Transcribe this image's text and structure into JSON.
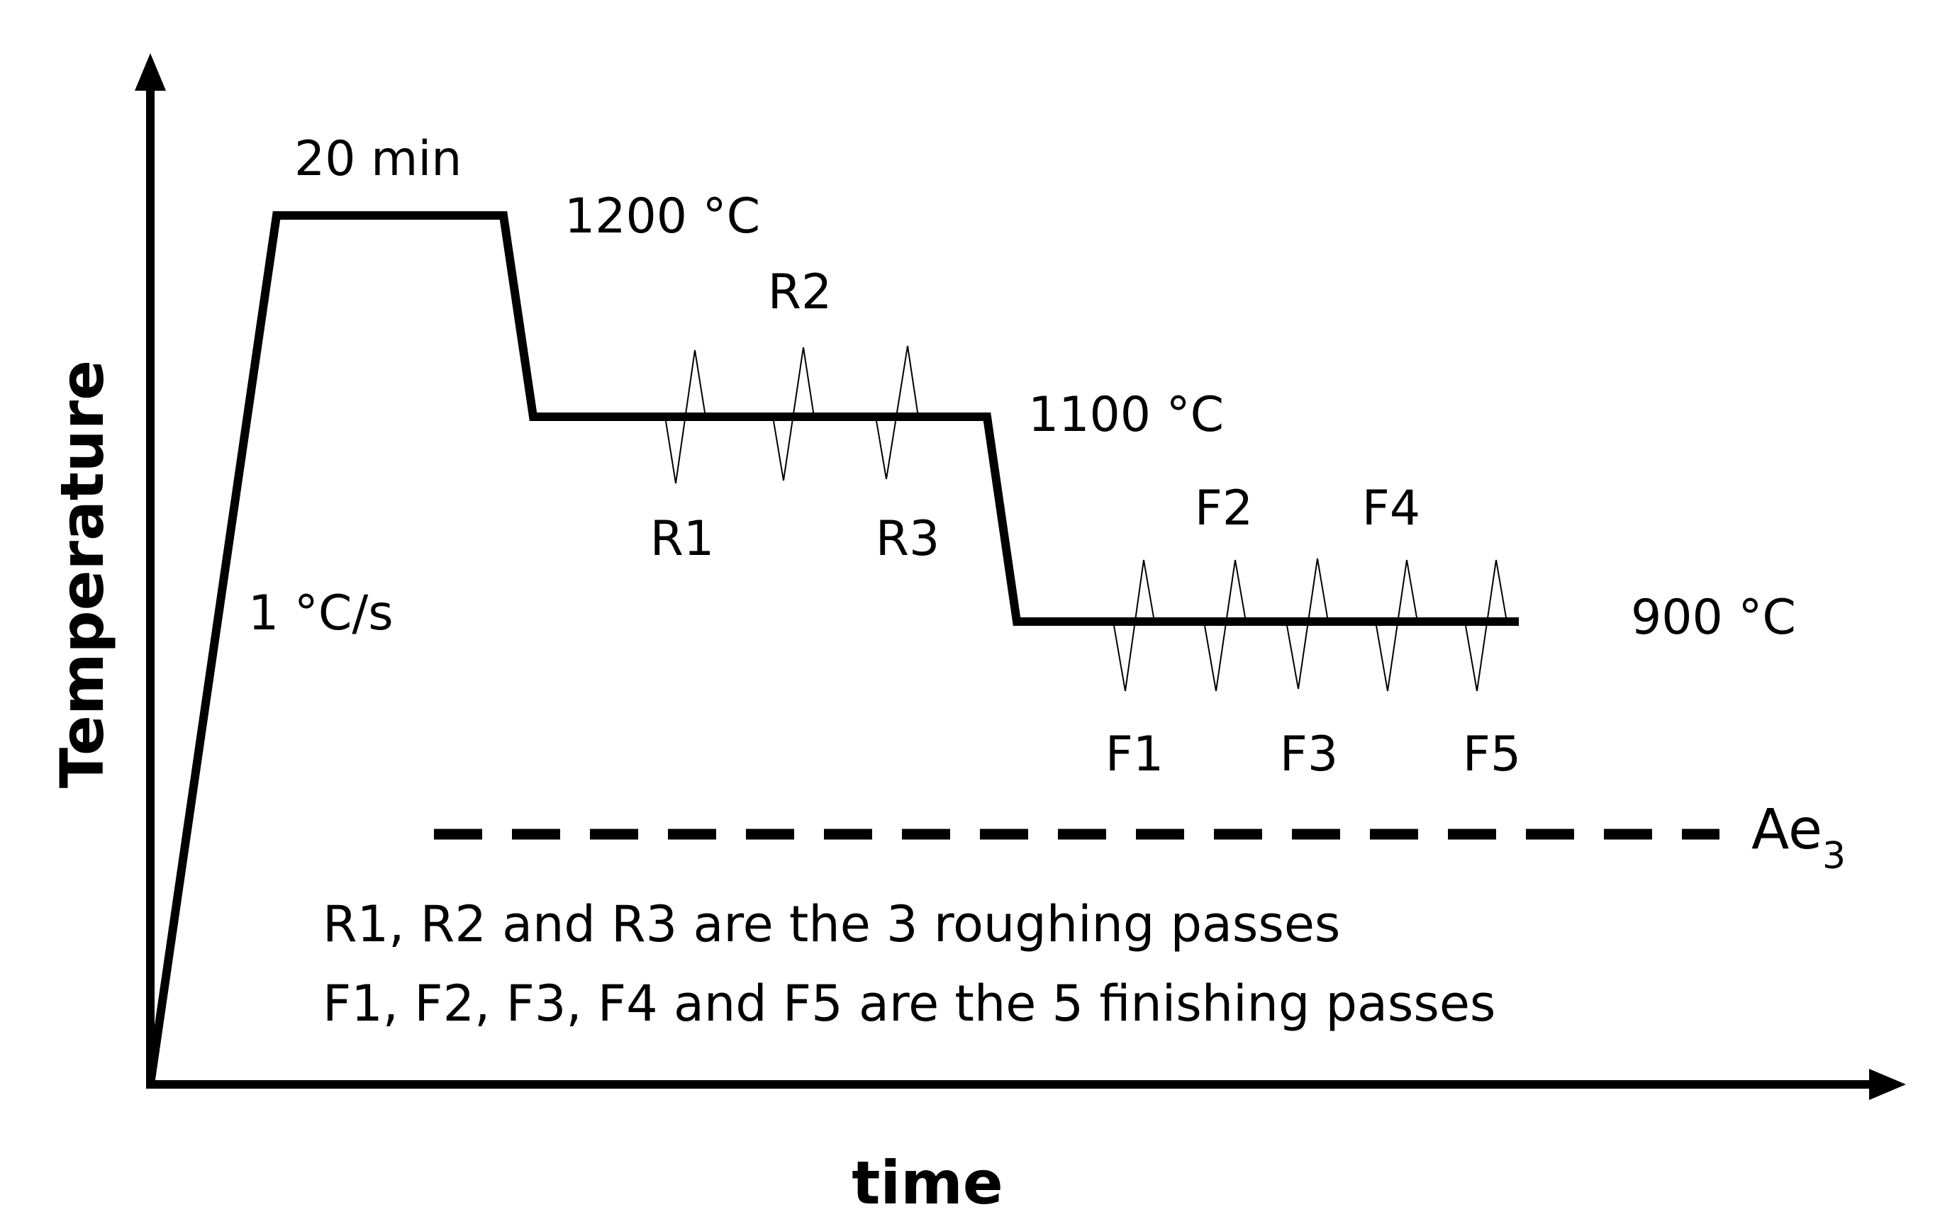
{
  "axes": {
    "y_title": "Temperature",
    "x_title": "time"
  },
  "schedule": {
    "heating_rate": "1 °C/s",
    "hold_time": "20 min",
    "reheat_temp": "1200 °C",
    "roughing_temp": "1100 °C",
    "finishing_temp": "900 °C"
  },
  "roughing_passes": [
    "R1",
    "R2",
    "R3"
  ],
  "finishing_passes": [
    "F1",
    "F2",
    "F3",
    "F4",
    "F5"
  ],
  "critical_line": {
    "base": "Ae",
    "subscript": "3"
  },
  "notes": [
    "R1, R2 and R3 are the 3 roughing passes",
    "F1, F2, F3, F4 and F5 are the 5 finishing passes"
  ],
  "colors": {
    "line": "#000000",
    "background": "#ffffff"
  }
}
